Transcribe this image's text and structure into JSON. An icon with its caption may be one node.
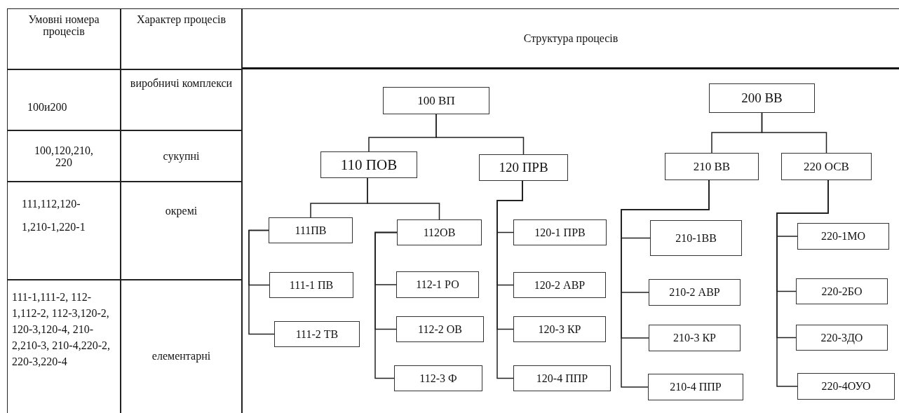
{
  "diagram": {
    "nodes": [
      {
        "text": [
          "100 ВП"
        ]
      },
      {
        "text": [
          "200 ВВ"
        ]
      },
      {
        "text": [
          "110 ПОВ"
        ]
      },
      {
        "text": [
          "120 ПРВ"
        ]
      },
      {
        "text": [
          "210 ВВ"
        ]
      },
      {
        "text": [
          "220 ОСВ"
        ]
      },
      {
        "text": [
          "111ПВ"
        ]
      },
      {
        "text": [
          "112ОВ"
        ]
      },
      {
        "text": [
          "111-1 ПВ"
        ]
      },
      {
        "text": [
          "111-2 ТВ"
        ]
      },
      {
        "text": [
          "112-1 РО"
        ]
      },
      {
        "text": [
          "112-2 ОВ"
        ]
      },
      {
        "text": [
          "112-3 Ф"
        ]
      },
      {
        "text": [
          "120-1 ПРВ"
        ]
      },
      {
        "text": [
          "120-2 АВР"
        ]
      },
      {
        "text": [
          "120-3 КР"
        ]
      },
      {
        "text": [
          "120-4 ППР"
        ]
      },
      {
        "text": [
          "210-1ВВ"
        ]
      },
      {
        "text": [
          "210-2 АВР"
        ]
      },
      {
        "text": [
          "210-3 КР"
        ]
      },
      {
        "text": [
          "210-4 ППР"
        ]
      },
      {
        "text": [
          "220-1МО"
        ]
      },
      {
        "text": [
          "220-2БО"
        ]
      },
      {
        "text": [
          "220-3ДО"
        ]
      },
      {
        "text": [
          "220-4ОУО"
        ]
      }
    ],
    "edges": [
      {
        "from": 0,
        "to": 2,
        "arrow": "none"
      },
      {
        "from": 0,
        "to": 3,
        "arrow": "none"
      },
      {
        "from": 1,
        "to": 4,
        "arrow": "none"
      },
      {
        "from": 1,
        "to": 5,
        "arrow": "none"
      },
      {
        "from": 2,
        "to": 6,
        "arrow": "none"
      },
      {
        "from": 2,
        "to": 7,
        "arrow": "none"
      },
      {
        "from": 6,
        "to": 8,
        "arrow": "none"
      },
      {
        "from": 6,
        "to": 9,
        "arrow": "none"
      },
      {
        "from": 7,
        "to": 10,
        "arrow": "none"
      },
      {
        "from": 7,
        "to": 11,
        "arrow": "none"
      },
      {
        "from": 7,
        "to": 12,
        "arrow": "none"
      },
      {
        "from": 3,
        "to": 13,
        "arrow": "none"
      },
      {
        "from": 3,
        "to": 14,
        "arrow": "none"
      },
      {
        "from": 3,
        "to": 15,
        "arrow": "none"
      },
      {
        "from": 3,
        "to": 16,
        "arrow": "none"
      },
      {
        "from": 4,
        "to": 17,
        "arrow": "none"
      },
      {
        "from": 4,
        "to": 18,
        "arrow": "none"
      },
      {
        "from": 4,
        "to": 19,
        "arrow": "none"
      },
      {
        "from": 4,
        "to": 20,
        "arrow": "none"
      },
      {
        "from": 5,
        "to": 21,
        "arrow": "none"
      },
      {
        "from": 5,
        "to": 22,
        "arrow": "none"
      },
      {
        "from": 5,
        "to": 23,
        "arrow": "none"
      },
      {
        "from": 5,
        "to": 24,
        "arrow": "none"
      }
    ],
    "labels": [
      "Умовні номера процесів",
      "Характер процесів",
      "Структура процесів",
      "100и200",
      "виробничі комплекси",
      "100,120,210, 220",
      "сукупні",
      "111,112,120- 1,210-1,220-1",
      "окремі",
      "111-1,111-2, 112-1,112-2, 112-3,120-2, 120-3,120-4, 210-2,210-3, 210-4,220-2, 220-3,220-4",
      "елементарні"
    ]
  }
}
